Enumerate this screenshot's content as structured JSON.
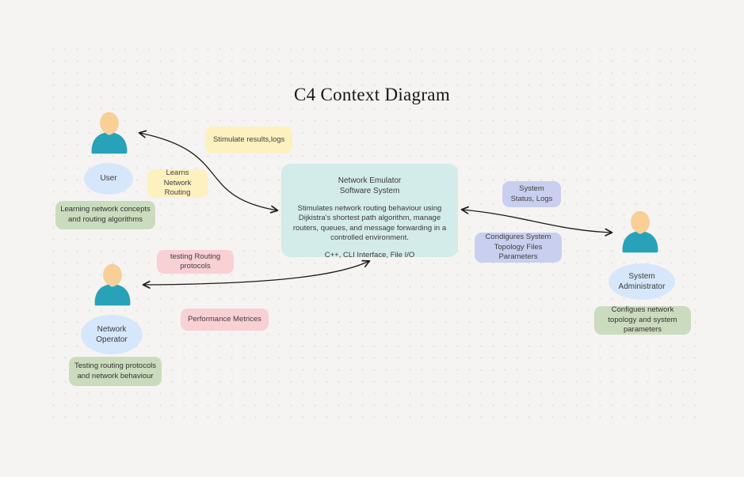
{
  "title": "C4 Context Diagram",
  "system": {
    "name": "Network Emulator\nSoftware System",
    "description": "Stimulates network routing behaviour using Dijkistra's shortest path algorithm, manage routers, queues, and message forwarding in a controlled environment.",
    "tech": "C++, CLI Interface, File I/O"
  },
  "actors": {
    "user": {
      "name": "User",
      "description": "Learning network concepts and routing algorithms"
    },
    "network_operator": {
      "name": "Network Operator",
      "description": "Testing routing protocols and network behaviour"
    },
    "system_administrator": {
      "name": "System Administrator",
      "description": "Configues network topology and system parameters"
    }
  },
  "relationships": {
    "stimulate_results": "Stimulate results,logs",
    "learns_routing": "Learns Network Routing",
    "testing_protocols": "testing Routing protocols",
    "performance_metrics": "Performance Metrices",
    "system_status": "System Status, Logs",
    "configures_topology": "Condigures System Topology Files Parameters"
  },
  "colors": {
    "background": "#f5f4f2",
    "system_box": "#d3ebe9",
    "actor_ellipse": "#d7e7fb",
    "descriptor_green": "#cadcbd",
    "label_yellow": "#fdf1c0",
    "label_pink": "#f9d0d4",
    "label_purple": "#c9cfee",
    "person_head": "#f7cf97",
    "person_body": "#28a2b8",
    "arrow": "#1a1a1a"
  }
}
